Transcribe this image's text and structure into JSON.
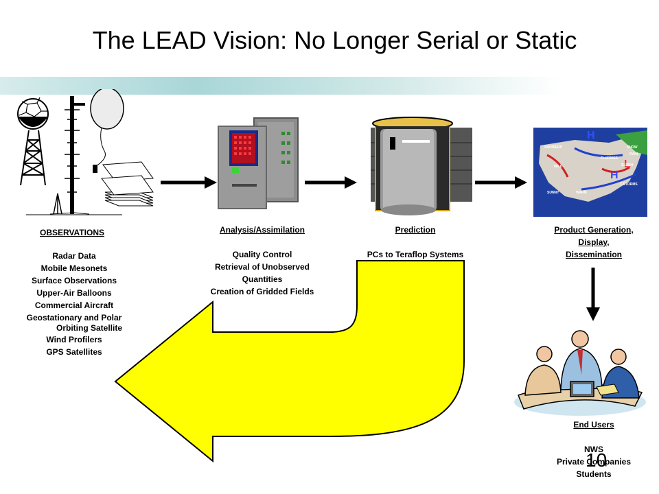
{
  "title": "The LEAD Vision: No Longer Serial or Static",
  "page_number": "10",
  "observations": {
    "heading": "OBSERVATIONS",
    "items": [
      "Radar Data",
      "Mobile Mesonets",
      "Surface Observations",
      "Upper-Air Balloons",
      "Commercial Aircraft",
      "Geostationary and Polar",
      "Orbiting Satellite",
      "Wind Profilers",
      "GPS Satellites"
    ]
  },
  "analysis": {
    "heading": "Analysis/Assimilation",
    "items": [
      "Quality Control",
      "Retrieval of Unobserved",
      "Quantities",
      "Creation of Gridded Fields"
    ]
  },
  "prediction": {
    "heading": "Prediction",
    "items": [
      "PCs to Teraflop Systems"
    ]
  },
  "product": {
    "heading_lines": [
      "Product Generation,",
      "Display,",
      "Dissemination"
    ]
  },
  "end_users": {
    "heading": "End Users",
    "items": [
      "NWS",
      "Private Companies",
      "Students"
    ]
  },
  "map_labels": [
    "H",
    "H",
    "L",
    "SHOWERS",
    "MILD",
    "SUNNY",
    "WARM",
    "FLURRIES",
    "SNOW",
    "RAIN",
    "SLUSH",
    "T-STORMS"
  ],
  "colors": {
    "feedback_arrow": "#ffff00",
    "band": "#a9d6d8",
    "map_water": "#1f3fa0",
    "map_land": "#d8d2c8"
  }
}
